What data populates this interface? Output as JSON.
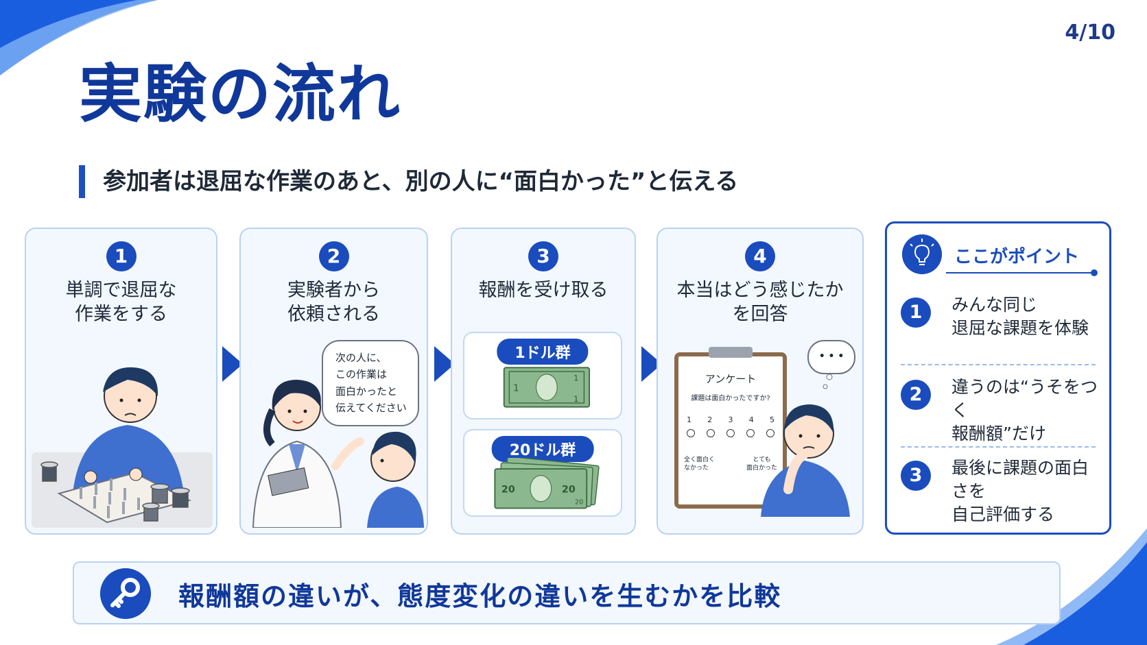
{
  "page_number": "4/10",
  "title": "実験の流れ",
  "subtitle": "参加者は退屈な作業のあと、別の人に“面白かった”と伝える",
  "colors": {
    "accent": "#1a4cbd",
    "title": "#10389a",
    "card_bg": "#f3f8ff",
    "card_border": "#b9d2f3"
  },
  "steps": [
    {
      "num": "1",
      "title": "単調で退屈な\n作業をする",
      "icon": "pegboard-illustration"
    },
    {
      "num": "2",
      "title": "実験者から\n依頼される",
      "icon": "experimenter-illustration",
      "bubble": "次の人に、\nこの作業は\n面白かったと\n伝えてください"
    },
    {
      "num": "3",
      "title": "報酬を受け取る",
      "icon": "money-illustration",
      "rewards": [
        {
          "label": "1ドル群",
          "bill_values": [
            "1",
            "1",
            "1"
          ]
        },
        {
          "label": "20ドル群",
          "bill_values": [
            "20",
            "20",
            "20"
          ]
        }
      ]
    },
    {
      "num": "4",
      "title": "本当はどう感じたか\nを回答",
      "icon": "survey-illustration",
      "survey": {
        "heading": "アンケート",
        "question": "課題は面白かったですか?",
        "scale": [
          "1",
          "2",
          "3",
          "4",
          "5"
        ],
        "low_label": "全く面白く\nなかった",
        "high_label": "とても\n面白かった"
      },
      "thought": "• • •"
    }
  ],
  "point": {
    "title": "ここがポイント",
    "icon": "lightbulb-icon",
    "items": [
      {
        "num": "1",
        "text": "みんな同じ\n退屈な課題を体験"
      },
      {
        "num": "2",
        "text": "違うのは“うそをつく\n報酬額”だけ"
      },
      {
        "num": "3",
        "text": "最後に課題の面白さを\n自己評価する"
      }
    ]
  },
  "key_message": {
    "icon": "key-icon",
    "text": "報酬額の違いが、態度変化の違いを生むかを比較"
  }
}
